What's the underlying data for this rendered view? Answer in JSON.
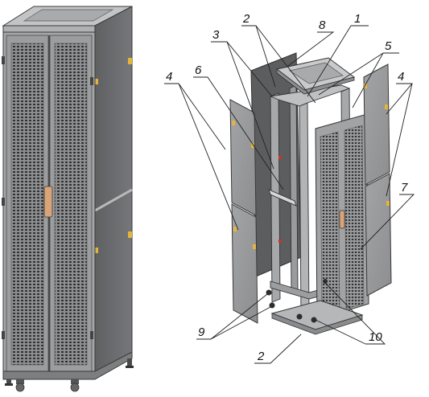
{
  "colors": {
    "metal_dark": "#6f7072",
    "metal_mid": "#8c8d8f",
    "metal_light": "#b9babc",
    "panel": "#9a9b9d",
    "edge": "#3a3a3a",
    "accent_yellow": "#e3b53a",
    "handle": "#d8a47a",
    "leader": "#222222",
    "background": "#ffffff"
  },
  "callouts": {
    "c1": "1",
    "c2a": "2",
    "c2b": "2",
    "c3": "3",
    "c4a": "4",
    "c4b": "4",
    "c5": "5",
    "c6": "6",
    "c7": "7",
    "c8": "8",
    "c9": "9",
    "c10": "10"
  }
}
